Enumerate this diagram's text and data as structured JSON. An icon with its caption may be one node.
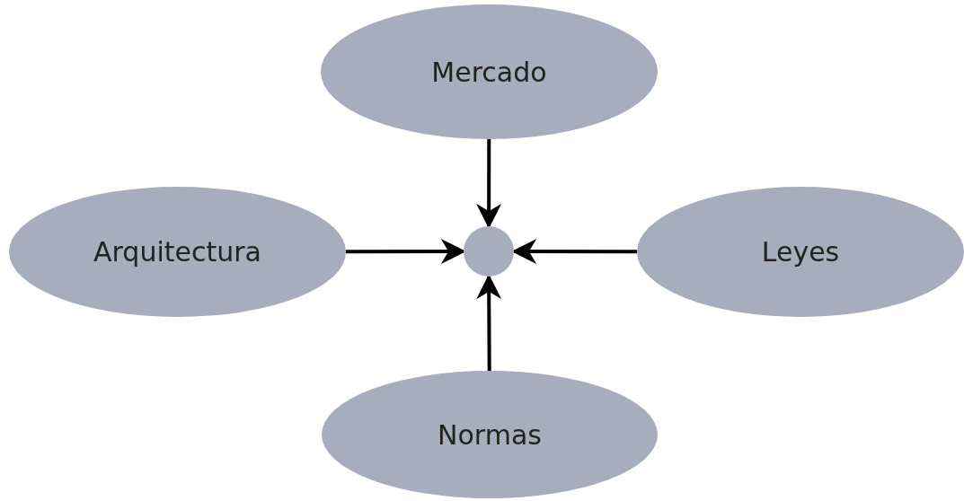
{
  "diagram": {
    "nodes": [
      {
        "text": [
          "Mercado"
        ]
      },
      {
        "text": [
          "Arquitectura"
        ]
      },
      {
        "text": [],
        "shape": "circle"
      },
      {
        "text": [
          "Leyes"
        ]
      },
      {
        "text": [
          "Normas"
        ]
      }
    ],
    "edges": [
      {
        "from": 0,
        "to": 2,
        "arrow": "to"
      },
      {
        "from": 1,
        "to": 2,
        "arrow": "to"
      },
      {
        "from": 3,
        "to": 2,
        "arrow": "to"
      },
      {
        "from": 4,
        "to": 2,
        "arrow": "to"
      }
    ]
  }
}
